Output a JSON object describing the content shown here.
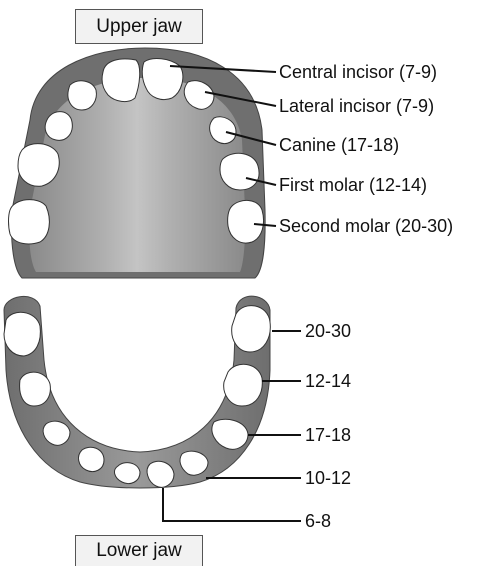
{
  "upper_jaw": {
    "title": "Upper jaw",
    "labels": [
      "Central incisor (7-9)",
      "Lateral incisor (7-9)",
      "Canine (17-18)",
      "First molar (12-14)",
      "Second molar (20-30)"
    ]
  },
  "lower_jaw": {
    "title": "Lower jaw",
    "labels": [
      "20-30",
      "12-14",
      "17-18",
      "10-12",
      "6-8"
    ]
  },
  "colors": {
    "gum": "#7a7a7a",
    "palate": "#b4b4b4",
    "tooth": "#ffffff",
    "line": "#111111"
  }
}
